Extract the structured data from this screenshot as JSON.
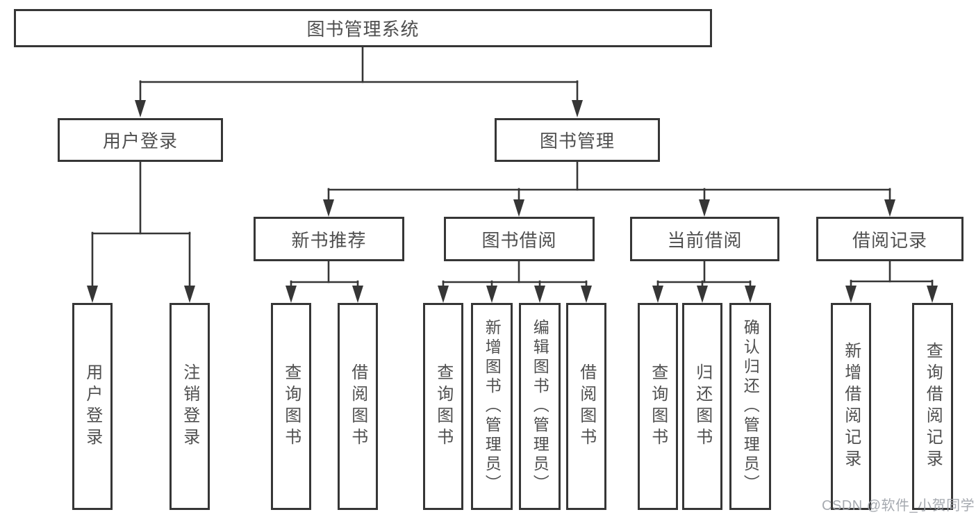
{
  "tree": {
    "root": "图书管理系统",
    "children": [
      {
        "label": "用户登录",
        "children": [
          "用户登录",
          "注销登录"
        ]
      },
      {
        "label": "图书管理",
        "children": [
          {
            "label": "新书推荐",
            "children": [
              "查询图书",
              "借阅图书"
            ]
          },
          {
            "label": "图书借阅",
            "children": [
              "查询图书",
              "新增图书（管理员）",
              "编辑图书（管理员）",
              "借阅图书"
            ]
          },
          {
            "label": "当前借阅",
            "children": [
              "查询图书",
              "归还图书",
              "确认归还（管理员）"
            ]
          },
          {
            "label": "借阅记录",
            "children": [
              "新增借阅记录",
              "查询借阅记录"
            ]
          }
        ]
      }
    ]
  },
  "watermark": {
    "text": "CSDN @软件_小贺同学"
  },
  "colors": {
    "line": "#363636",
    "box_border": "#363636",
    "box_background": "#ffffff",
    "text": "#4f4f4f",
    "watermark": "#9ea3a9",
    "page_background": "#ffffff"
  }
}
